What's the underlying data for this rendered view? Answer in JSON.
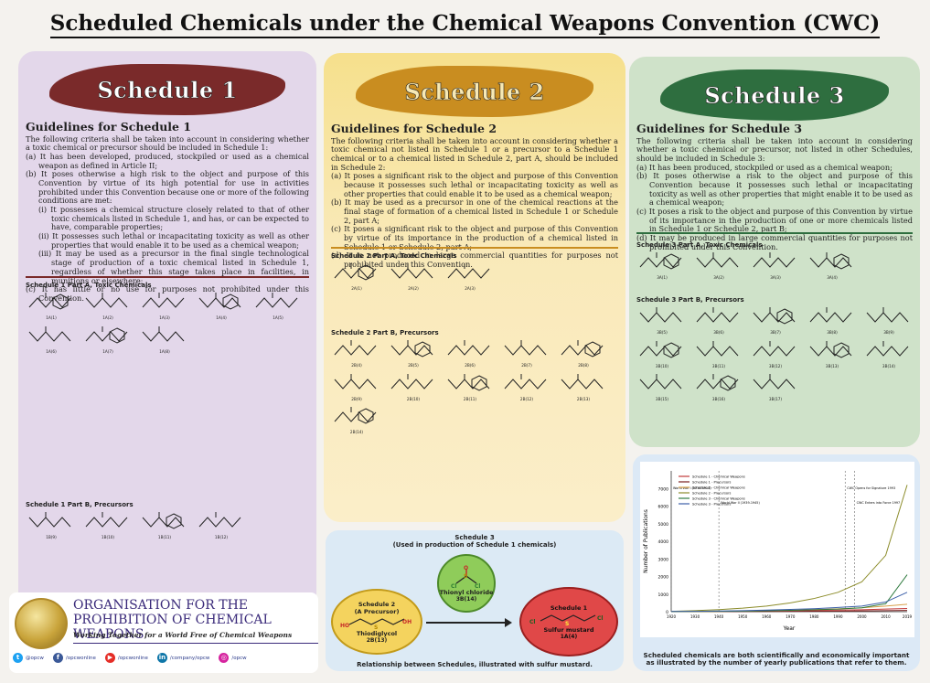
{
  "title": "Scheduled Chemicals under the Chemical Weapons Convention (CWC)",
  "schedules": [
    {
      "banner": "Schedule 1",
      "heading": "Guidelines for Schedule 1",
      "intro": "The following criteria shall be taken into account in considering whether a toxic chemical or precursor should be included in Schedule 1:",
      "items": [
        "(a)  It has been developed, produced, stockpiled or used as a chemical weapon as defined in Article II;",
        "(b)  It poses otherwise a high risk to the object and purpose of this Convention by virtue of its high potential for use in activities prohibited under this Convention because one or more of the following conditions are met:",
        "(i)  It possesses a chemical structure closely related to that of other toxic chemicals listed in Schedule 1, and has, or can be expected to have, comparable properties;",
        "(ii)  It possesses such lethal or incapacitating toxicity as well as other properties that would enable it to be used as a chemical weapon;",
        "(iii)  It may be used as a precursor in the final single technological stage of production of a toxic chemical listed in Schedule 1, regardless of whether this stage takes place in facilities, in munitions or elsewhere;",
        "(c)  It has little or no use for purposes not prohibited under this Convention."
      ],
      "part_a": "Schedule 1 Part A, Toxic Chemicals",
      "part_b": "Schedule 1 Part B, Precursors"
    },
    {
      "banner": "Schedule 2",
      "heading": "Guidelines for Schedule 2",
      "intro": "The following criteria shall be taken into account in considering whether a toxic chemical not listed in Schedule 1 or a precursor to a Schedule 1 chemical or to a chemical listed in Schedule 2, part A, should be included in Schedule 2:",
      "items": [
        "(a)  It poses a significant risk to the object and purpose of this Convention because it possesses such lethal or incapacitating toxicity as well as other properties that could enable it to be used as a chemical weapon;",
        "(b)  It may be used as a precursor in one of the chemical reactions at the final stage of formation of a chemical listed in Schedule 1 or Schedule 2, part A;",
        "(c)  It poses a significant risk to the object and purpose of this Convention by virtue of its importance in the production of a chemical listed in Schedule 1 or Schedule 2, part A;",
        "(d)  It is not produced in large commercial quantities for purposes not prohibited under this Convention."
      ],
      "part_a": "Schedule 2 Part A, Toxic Chemicals",
      "part_b": "Schedule 2 Part B, Precursors"
    },
    {
      "banner": "Schedule 3",
      "heading": "Guidelines for Schedule 3",
      "intro": "The following criteria shall be taken into account in considering whether a toxic chemical or precursor, not listed in other Schedules, should be included in Schedule 3:",
      "items": [
        "(a)  It has been produced, stockpiled or used as a chemical weapon;",
        "(b)  It poses otherwise a risk to the object and purpose of this Convention because it possesses such lethal or incapacitating toxicity as well as other properties that might enable it to be used as a chemical weapon;",
        "(c)  It poses a risk to the object and purpose of this Convention by virtue of its importance in the production of one or more chemicals listed in Schedule 1 or Schedule 2, part B;",
        "(d)  It may be produced in large commercial quantities for purposes not prohibited under this Convention."
      ],
      "part_a": "Schedule 3 Part A, Toxic Chemicals",
      "part_b": "Schedule 3 Part B, Precursors"
    }
  ],
  "s1_part_a_labels": [
    "1A(1)",
    "1A(2)",
    "1A(3)",
    "1A(4)",
    "1A(5)",
    "1A(6)",
    "1A(7)",
    "1A(8)"
  ],
  "s1_part_b_labels": [
    "1B(9)",
    "1B(10)",
    "1B(11)",
    "1B(12)"
  ],
  "s2_labels": [
    "2A(1)",
    "2A(2)",
    "2A(3)",
    "2B(4)",
    "2B(5)",
    "2B(6)",
    "2B(7)",
    "2B(8)",
    "2B(9)",
    "2B(10)",
    "2B(11)",
    "2B(12)",
    "2B(13)",
    "2B(14)"
  ],
  "s3_labels": [
    "3A(1)",
    "3A(2)",
    "3A(3)",
    "3A(4)",
    "3B(5)",
    "3B(6)",
    "3B(7)",
    "3B(8)",
    "3B(9)",
    "3B(10)",
    "3B(11)",
    "3B(12)",
    "3B(13)",
    "3B(14)",
    "3B(15)",
    "3B(16)",
    "3B(17)"
  ],
  "relationship": {
    "title": "Schedule 3\n(Used in production of Schedule 1 chemicals)",
    "circle_center_name": "Thionyl chloride",
    "circle_center_code": "3B(14)",
    "left_label": "Schedule 2\n(A Precursor)",
    "left_name": "Thiodiglycol",
    "left_code": "2B(13)",
    "right_label": "Schedule 1",
    "right_name": "Sulfur mustard",
    "right_code": "1A(4)",
    "caption": "Relationship between Schedules, illustrated with sulfur mustard."
  },
  "org": {
    "name_line1": "ORGANISATION FOR THE",
    "name_line2": "PROHIBITION OF CHEMICAL WEAPONS",
    "tagline": "Working Together for a World Free of Chemical Weapons",
    "socials": [
      "@opcw",
      "/opcwonline",
      "/opcwonline",
      "/company/opcw",
      "/opcw"
    ]
  },
  "chart_caption": "Scheduled chemicals are both scientifically and economically important as illustrated by the number of yearly publications that refer to them.",
  "chart_data": {
    "type": "line",
    "xlabel": "Year",
    "ylabel": "Number of Publications",
    "ylim": [
      0,
      8000
    ],
    "yticks": [
      0,
      1000,
      2000,
      3000,
      4000,
      5000,
      6000,
      7000
    ],
    "x": [
      1920,
      1930,
      1940,
      1950,
      1960,
      1970,
      1980,
      1990,
      2000,
      2010,
      2019
    ],
    "xticks": [
      "1920",
      "1930",
      "1940",
      "1950",
      "1960",
      "1970",
      "1980",
      "1990",
      "2000",
      "2010",
      "2019"
    ],
    "series": [
      {
        "name": "Schedule 1 - Chemical Weapons",
        "color": "#c23b3b",
        "values": [
          5,
          10,
          20,
          40,
          60,
          70,
          80,
          90,
          110,
          150,
          180
        ]
      },
      {
        "name": "Schedule 1 - Precursors",
        "color": "#7a1f1f",
        "values": [
          0,
          2,
          5,
          10,
          15,
          20,
          25,
          35,
          45,
          60,
          70
        ]
      },
      {
        "name": "Schedule 2 - Chemical Weapons",
        "color": "#d8a04a",
        "values": [
          0,
          5,
          10,
          30,
          60,
          80,
          120,
          160,
          220,
          320,
          420
        ]
      },
      {
        "name": "Schedule 2 - Precursors",
        "color": "#8c8c2a",
        "values": [
          20,
          60,
          120,
          200,
          320,
          500,
          750,
          1100,
          1700,
          3200,
          7200
        ]
      },
      {
        "name": "Schedule 3 - Chemical Weapons",
        "color": "#2e7a3e",
        "values": [
          5,
          10,
          20,
          30,
          50,
          80,
          110,
          150,
          220,
          450,
          2100
        ]
      },
      {
        "name": "Schedule 3 - Precursors",
        "color": "#3c5fa8",
        "values": [
          10,
          20,
          40,
          60,
          90,
          130,
          170,
          240,
          320,
          550,
          1100
        ]
      }
    ],
    "annotations": [
      "World War I (1914-1918)",
      "World War II (1939-1945)",
      "CWC Opens for Signature 1993",
      "CWC Enters into Force 1997"
    ],
    "vlines": [
      1920,
      1940,
      1993,
      1997
    ]
  }
}
